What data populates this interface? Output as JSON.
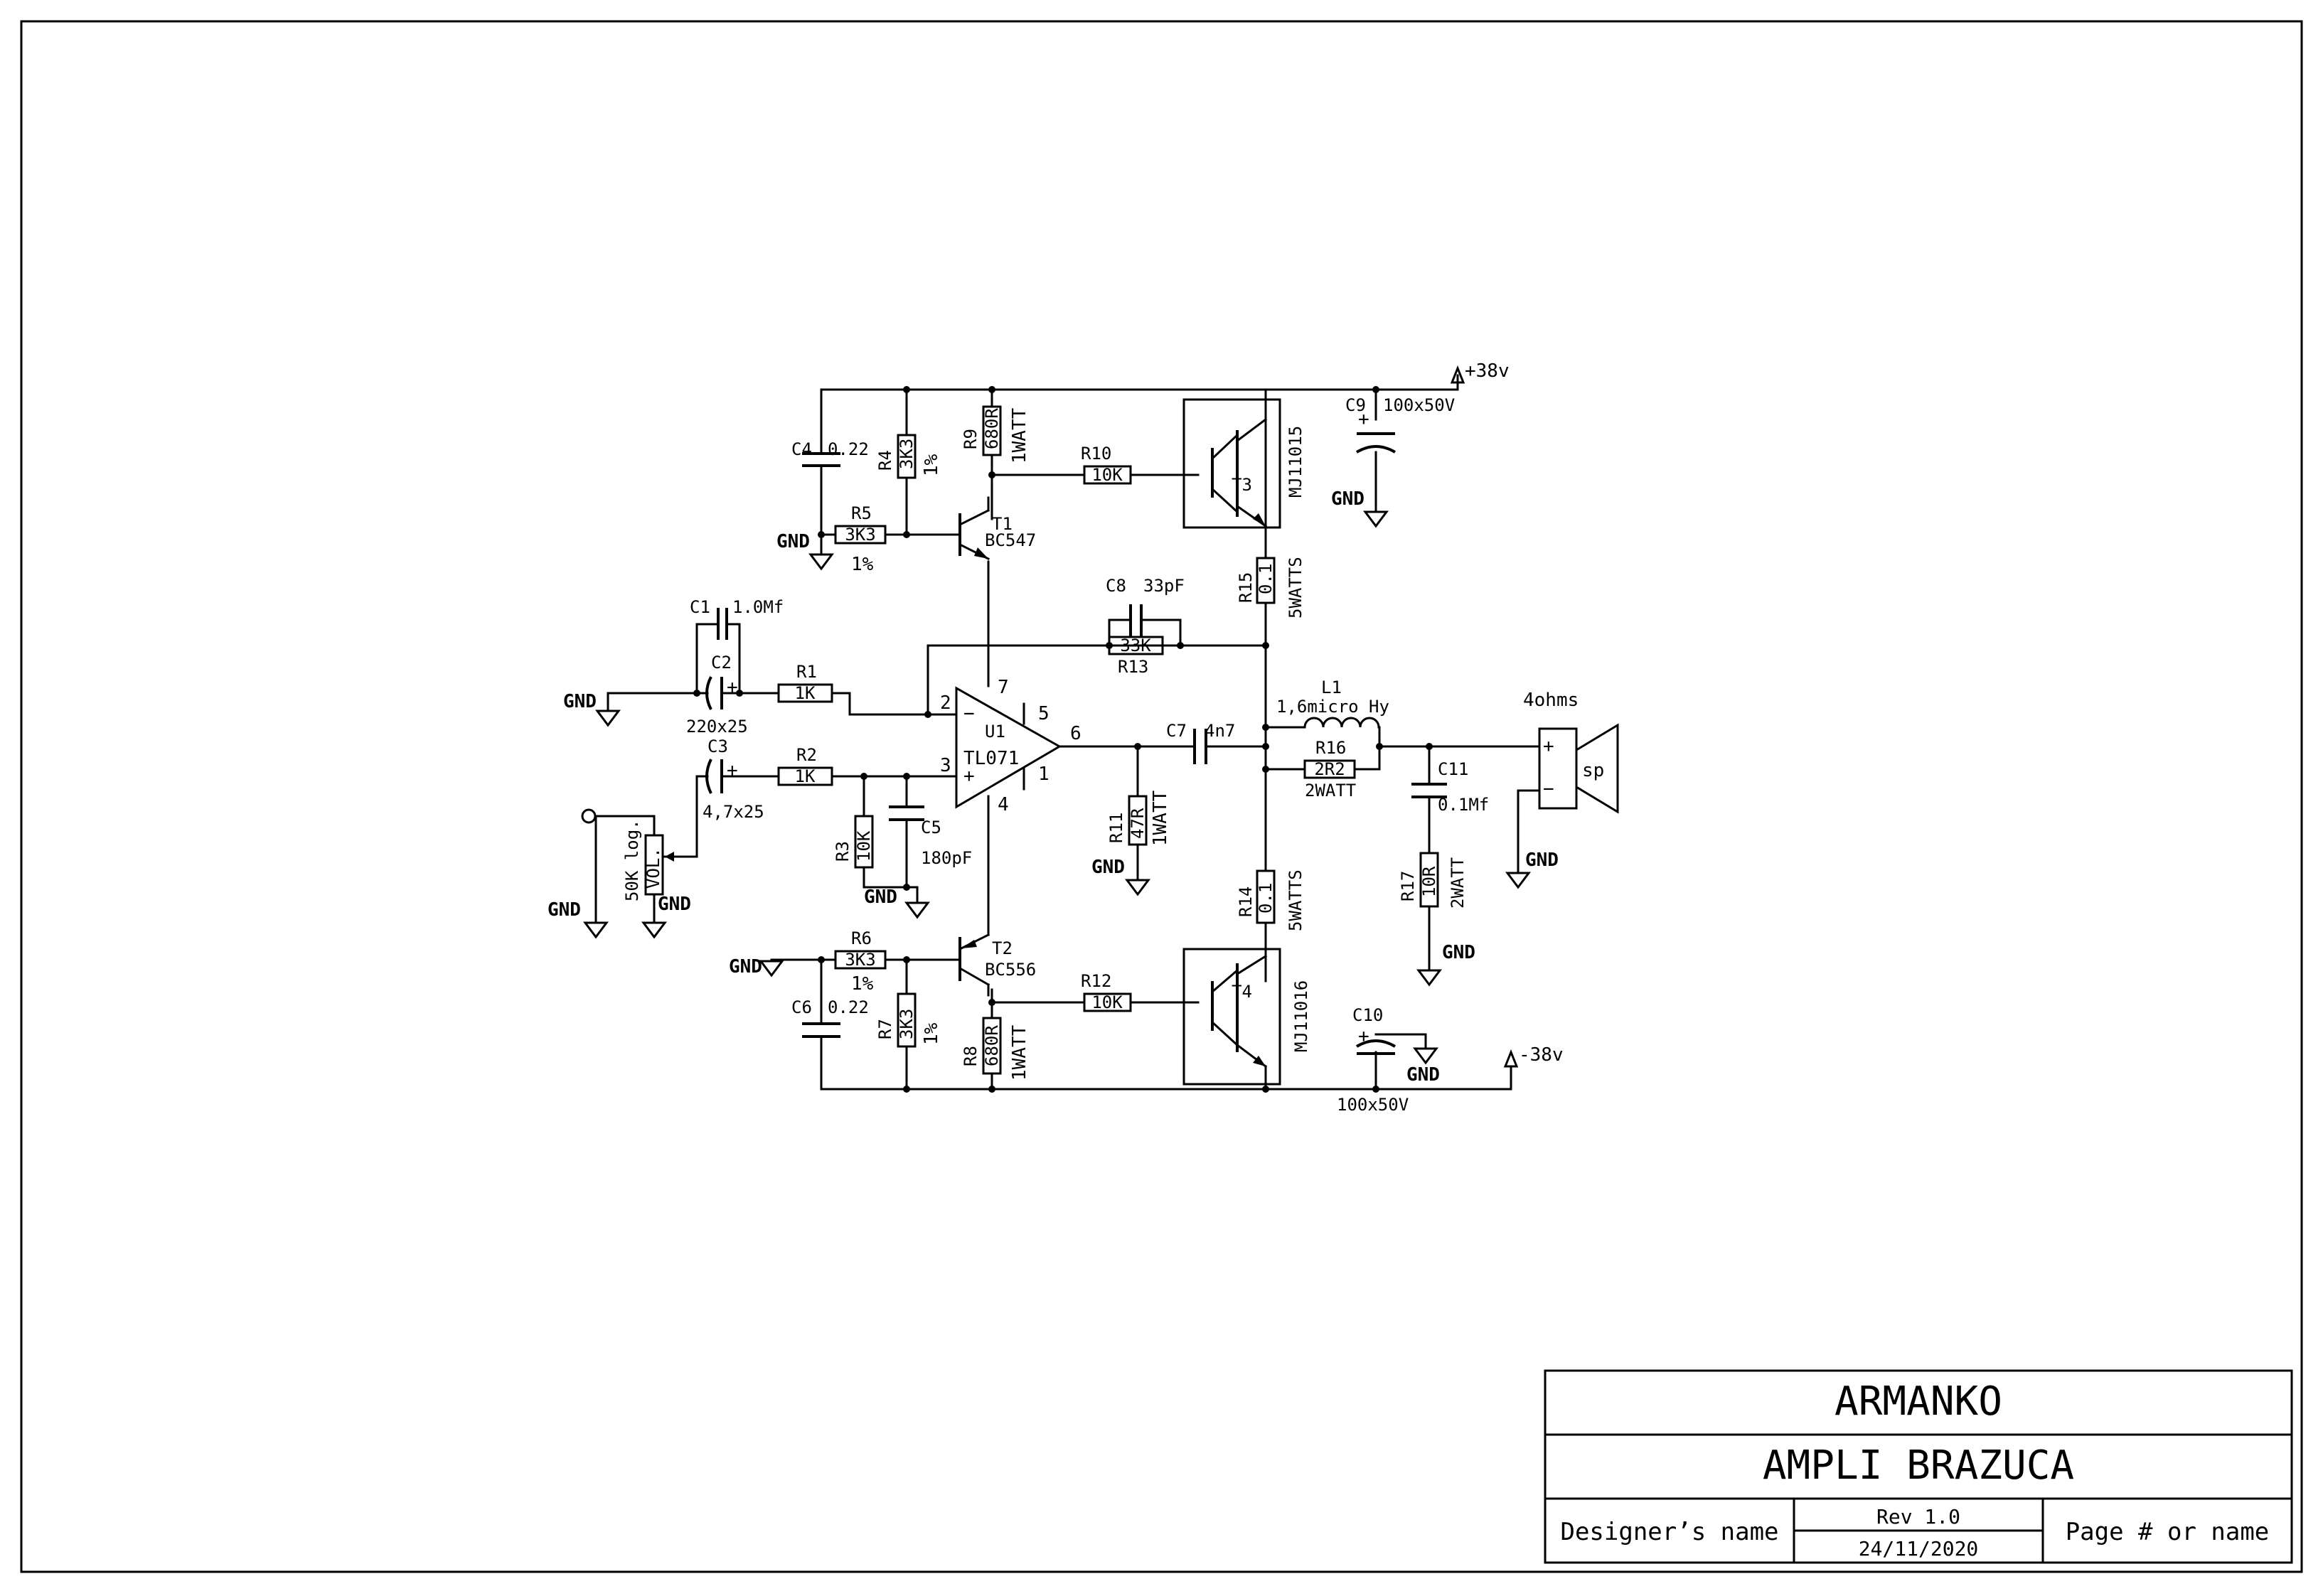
{
  "title_block": {
    "company": "ARMANKO",
    "title": "AMPLI BRAZUCA",
    "designer": "Designer’s name",
    "rev": "Rev 1.0",
    "date": "24/11/2020",
    "page": "Page # or name"
  },
  "rails": {
    "pos": "+38v",
    "neg": "-38v"
  },
  "gnd": "GND",
  "components": {
    "C1": {
      "ref": "C1",
      "value": "1.0Mf"
    },
    "C2": {
      "ref": "C2",
      "value": "220x25"
    },
    "C3": {
      "ref": "C3",
      "value": "4,7x25"
    },
    "C4": {
      "ref": "C4",
      "value": "0.22"
    },
    "C5": {
      "ref": "C5",
      "value": "180pF"
    },
    "C6": {
      "ref": "C6",
      "value": "0.22"
    },
    "C7": {
      "ref": "C7",
      "value": "4n7"
    },
    "C8": {
      "ref": "C8",
      "value": "33pF"
    },
    "C9": {
      "ref": "C9",
      "value": "100x50V"
    },
    "C10": {
      "ref": "C10",
      "value": "100x50V"
    },
    "C11": {
      "ref": "C11",
      "value": "0.1Mf"
    },
    "R1": {
      "ref": "R1",
      "value": "1K"
    },
    "R2": {
      "ref": "R2",
      "value": "1K"
    },
    "R3": {
      "ref": "R3",
      "value": "10K"
    },
    "R4": {
      "ref": "R4",
      "value": "3K3",
      "note": "1%"
    },
    "R5": {
      "ref": "R5",
      "value": "3K3",
      "note": "1%"
    },
    "R6": {
      "ref": "R6",
      "value": "3K3",
      "note": "1%"
    },
    "R7": {
      "ref": "R7",
      "value": "3K3",
      "note": "1%"
    },
    "R8": {
      "ref": "R8",
      "value": "680R",
      "note": "1WATT"
    },
    "R9": {
      "ref": "R9",
      "value": "680R",
      "note": "1WATT"
    },
    "R10": {
      "ref": "R10",
      "value": "10K"
    },
    "R11": {
      "ref": "R11",
      "value": "47R",
      "note": "1WATT"
    },
    "R12": {
      "ref": "R12",
      "value": "10K"
    },
    "R13": {
      "ref": "R13",
      "value": "33K"
    },
    "R14": {
      "ref": "R14",
      "value": "0.1",
      "note": "5WATTS"
    },
    "R15": {
      "ref": "R15",
      "value": "0.1",
      "note": "5WATTS"
    },
    "R16": {
      "ref": "R16",
      "value": "2R2",
      "note": "2WATT"
    },
    "R17": {
      "ref": "R17",
      "value": "10R",
      "note": "2WATT"
    },
    "L1": {
      "ref": "L1",
      "value": "1,6micro Hy"
    },
    "T1": {
      "ref": "T1",
      "value": "BC547"
    },
    "T2": {
      "ref": "T2",
      "value": "BC556"
    },
    "T3": {
      "ref": "T3",
      "value": "MJ11015"
    },
    "T4": {
      "ref": "T4",
      "value": "MJ11016"
    },
    "U1": {
      "ref": "U1",
      "value": "TL071",
      "pins": [
        "2",
        "3",
        "7",
        "4",
        "5",
        "1",
        "6"
      ]
    },
    "VOL": {
      "ref": "VOL.",
      "value": "50K log."
    },
    "SPK": {
      "label": "4ohms",
      "ref": "sp"
    }
  }
}
